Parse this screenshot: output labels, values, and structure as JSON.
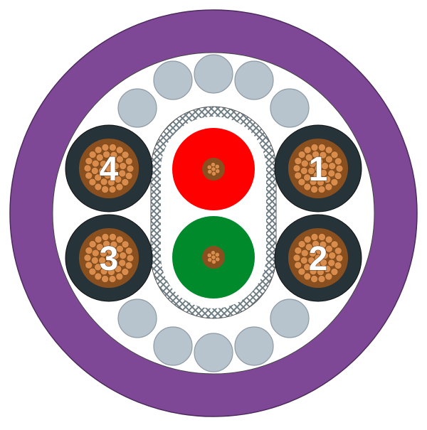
{
  "cable": {
    "colors": {
      "outer_jacket": "#7e4896",
      "inner_fill": "#ffffff",
      "filler": "#b7c4cd",
      "filler_stroke": "#8e9aa3",
      "braid": "#6f7d84",
      "power_jacket": "#26343a",
      "copper": "#d98c4c",
      "copper_stroke": "#7a4718",
      "red_core": "#ff0000",
      "green_core": "#008a2c",
      "label_text": "#ffffff"
    },
    "power_cores": [
      {
        "label": "1",
        "insulation": "black"
      },
      {
        "label": "2",
        "insulation": "black"
      },
      {
        "label": "3",
        "insulation": "black"
      },
      {
        "label": "4",
        "insulation": "black"
      }
    ],
    "signal_pair": [
      {
        "color_name": "red"
      },
      {
        "color_name": "green"
      }
    ]
  }
}
